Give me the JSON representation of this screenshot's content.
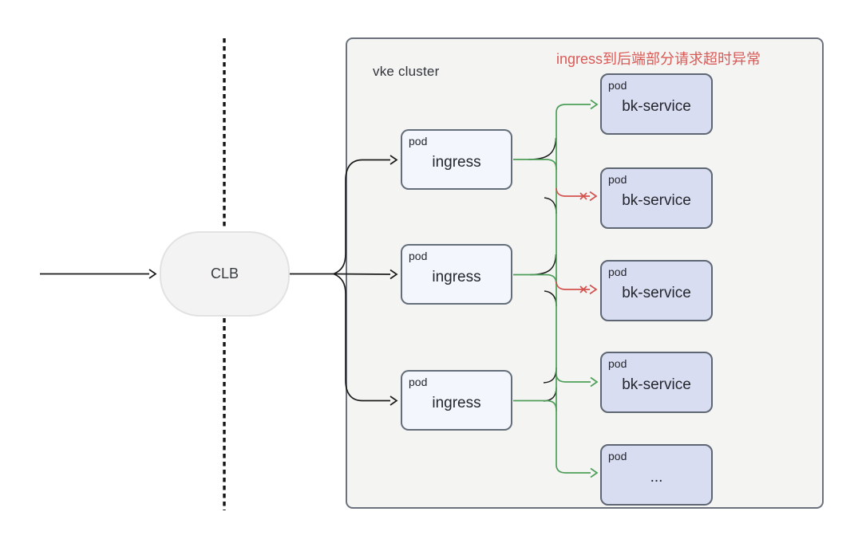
{
  "clb": {
    "label": "CLB"
  },
  "cluster": {
    "title": "vke cluster",
    "annotation": "ingress到后端部分请求超时异常"
  },
  "ingress_pods": [
    {
      "tag": "pod",
      "label": "ingress"
    },
    {
      "tag": "pod",
      "label": "ingress"
    },
    {
      "tag": "pod",
      "label": "ingress"
    }
  ],
  "backend_pods": [
    {
      "tag": "pod",
      "label": "bk-service"
    },
    {
      "tag": "pod",
      "label": "bk-service"
    },
    {
      "tag": "pod",
      "label": "bk-service"
    },
    {
      "tag": "pod",
      "label": "bk-service"
    },
    {
      "tag": "pod",
      "label": "..."
    }
  ],
  "icons": {
    "failed_request_mark": "x-mark"
  },
  "colors": {
    "success_edge": "#4d9f5a",
    "error_edge": "#d4524e",
    "annotation_text": "#d85a56",
    "edge_black": "#1c1c1c",
    "cluster_fill": "#f4f4f3",
    "cluster_border": "#6b727d",
    "ingress_pod_fill": "#f3f6fc",
    "ingress_pod_border": "#646d7a",
    "backend_pod_fill": "#d9ddf2",
    "backend_pod_border": "#5d6672",
    "clb_fill": "#f2f3f2",
    "clb_border": "#e0e3e0"
  }
}
